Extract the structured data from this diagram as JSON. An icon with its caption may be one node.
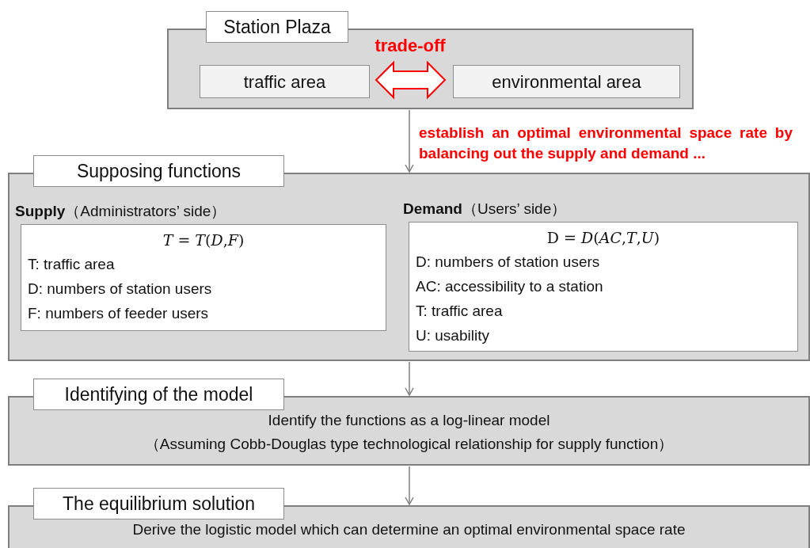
{
  "diagram": {
    "nodes": [
      {
        "text": [
          "Station Plaza"
        ]
      },
      {
        "text": [
          "traffic area"
        ],
        "in": 0
      },
      {
        "text": [
          "environmental area"
        ],
        "in": 0
      },
      {
        "text": [
          "Supposing functions"
        ]
      },
      {
        "text": [
          "**Supply**（Administrators’ side）",
          "*T* = *T*(*D*,*F*)",
          "T: traffic area",
          "D: numbers of station users",
          "F: numbers of feeder users"
        ],
        "in": 3
      },
      {
        "text": [
          "**Demand**（Users’ side）",
          "D = *D*(*AC*,*T*,*U*)",
          "D: numbers of station users",
          "AC: accessibility to a station",
          "T: traffic area",
          "U: usability"
        ],
        "in": 3
      },
      {
        "text": [
          "Identifying of the model",
          "Identify the functions as a log-linear model",
          "（Assuming Cobb-Douglas type technological relationship for supply function）"
        ]
      },
      {
        "text": [
          "The equilibrium solution",
          "Derive the logistic model which can determine an optimal environmental space rate"
        ]
      }
    ],
    "edges": [
      {
        "from": 1,
        "to": 2,
        "arrow": "both",
        "label": "trade-off",
        "style": "thick",
        "color": "#ff0000"
      },
      {
        "from": 0,
        "to": 3,
        "arrow": "to",
        "label": "establish an optimal environmental space rate by balancing out the supply and demand ..."
      },
      {
        "from": 3,
        "to": 6,
        "arrow": "to"
      },
      {
        "from": 6,
        "to": 7,
        "arrow": "to"
      }
    ]
  }
}
